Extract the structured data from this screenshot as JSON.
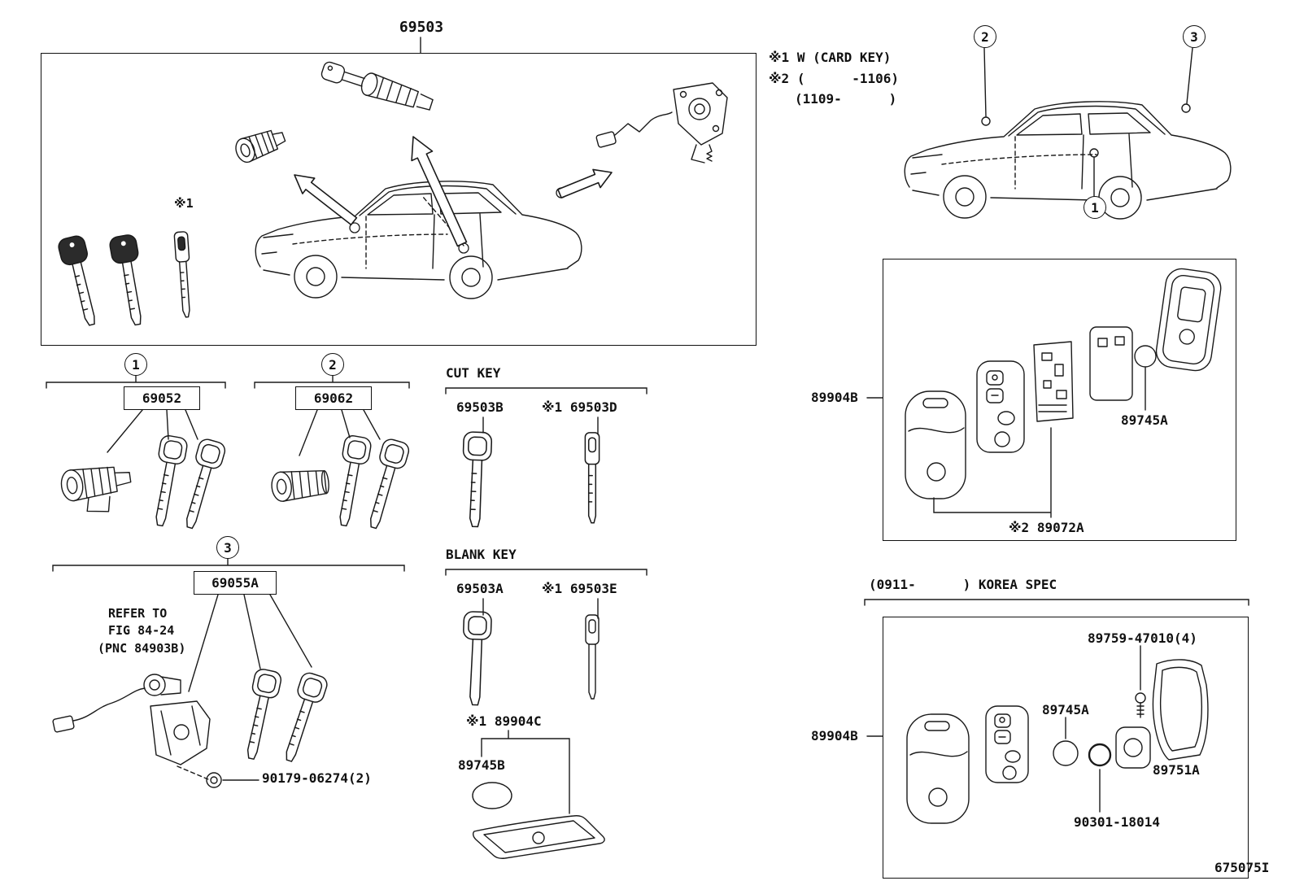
{
  "doc_number": "675075I",
  "main": {
    "assembly_label": "69503",
    "key_note": "※1"
  },
  "notes": {
    "line1": "※1 W (CARD KEY)",
    "line2": "※2 (      -1106)",
    "line3": "(1109-      )"
  },
  "callouts": {
    "one": "1",
    "two": "2",
    "three": "3"
  },
  "groups": {
    "g1": {
      "part": "69052"
    },
    "g2": {
      "part": "69062"
    },
    "g3": {
      "part": "69055A",
      "note_line1": "REFER TO",
      "note_line2": "FIG 84-24",
      "note_line3": "(PNC 84903B)",
      "clip": "90179-06274(2)"
    }
  },
  "cut_key": {
    "title": "CUT KEY",
    "master": "69503B",
    "sub": "※1 69503D"
  },
  "blank_key": {
    "title": "BLANK KEY",
    "master": "69503A",
    "sub": "※1 69503E"
  },
  "card_key": {
    "label": "※1 89904C",
    "battery": "89745B"
  },
  "smart_key": {
    "assembly": "89904B",
    "battery": "89745A",
    "transmitter": "※2 89072A"
  },
  "korea_spec": {
    "header": "(0911-      ) KOREA SPEC",
    "assembly": "89904B",
    "screw": "89759-47010(4)",
    "battery": "89745A",
    "cover": "89751A",
    "ring": "90301-18014"
  }
}
